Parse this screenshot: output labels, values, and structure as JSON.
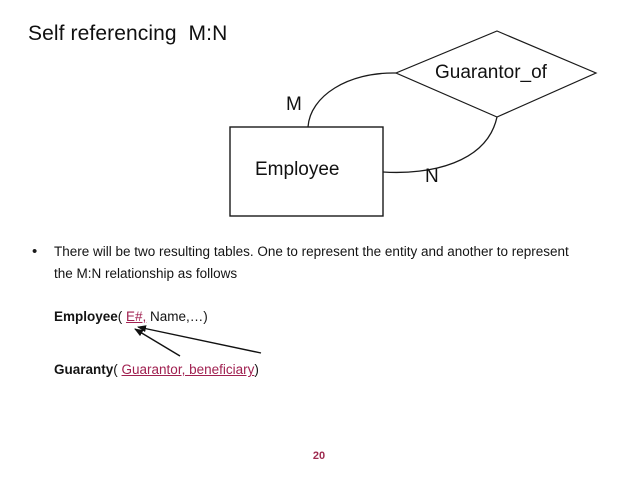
{
  "slide": {
    "title": "Self referencing  M:N",
    "page_number": "20",
    "background_color": "#ffffff",
    "accent_color": "#a02050"
  },
  "diagram": {
    "type": "entity-relationship",
    "entity": {
      "name": "Employee",
      "shape": "rectangle"
    },
    "relationship": {
      "name": "Guarantor_of",
      "shape": "diamond"
    },
    "cardinalities": [
      {
        "label": "M",
        "from": "Employee",
        "to": "Guarantor_of"
      },
      {
        "label": "N",
        "from": "Employee",
        "to": "Guarantor_of"
      }
    ],
    "line_color": "#1a1a1a"
  },
  "body": {
    "bullet_marker": "•",
    "bullet_text": "There will be two resulting tables. One to represent the entity and another to represent the M:N relationship as follows"
  },
  "schema": {
    "employee": {
      "name": "Employee",
      "open_paren": "( ",
      "key": "E#,",
      "rest": " Name,…)"
    },
    "guaranty": {
      "name": "Guaranty",
      "open_paren": "( ",
      "key": "Guarantor, beneficiary",
      "rest": ")"
    },
    "annotation": "two foreign-key arrows from Guaranty attributes to Employee E#"
  }
}
